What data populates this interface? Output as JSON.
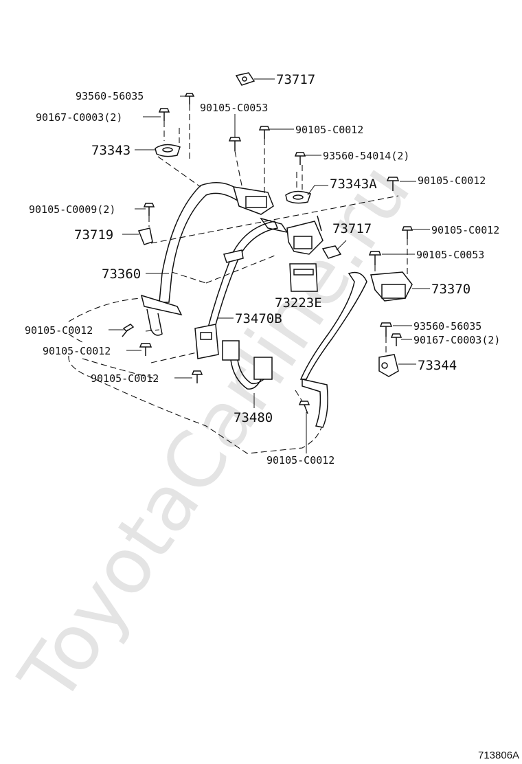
{
  "watermark": "ToyotaCarline.ru",
  "diagram_id": "713806A",
  "parts": {
    "p73717_top": "73717",
    "p93560_56035_l": "93560-56035",
    "p90167_l": "90167-C0003(2)",
    "p90105_c0053_top": "90105-C0053",
    "p90105_c0012_top": "90105-C0012",
    "p73343": "73343",
    "p93560_54014": "93560-54014(2)",
    "p73343a": "73343A",
    "p90105_c0012_r1": "90105-C0012",
    "p90105_c0009": "90105-C0009(2)",
    "p73717_mid": "73717",
    "p90105_c0012_r2": "90105-C0012",
    "p73719": "73719",
    "p90105_c0053_r": "90105-C0053",
    "p73360": "73360",
    "p73370": "73370",
    "p73223e": "73223E",
    "p73470b": "73470B",
    "p93560_56035_r": "93560-56035",
    "p90105_c0012_l1": "90105-C0012",
    "p90167_r": "90167-C0003(2)",
    "p90105_c0012_l2": "90105-C0012",
    "p73344": "73344",
    "p90105_c0012_l3": "90105-C0012",
    "p73480": "73480",
    "p90105_c0012_bot": "90105-C0012"
  }
}
